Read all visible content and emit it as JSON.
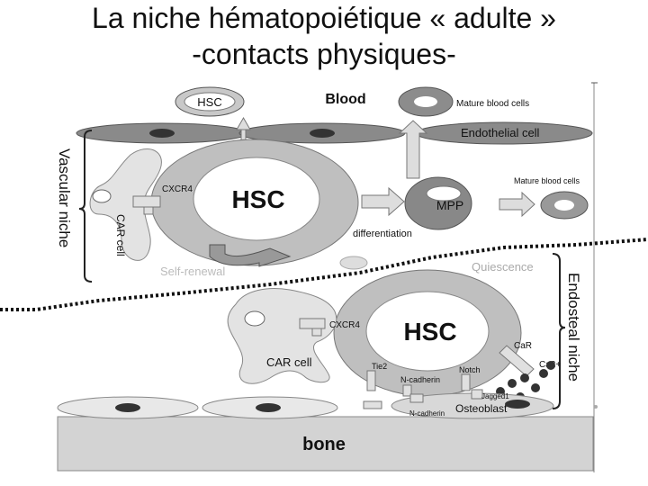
{
  "slide": {
    "title_line1": "La niche hématopoiétique « adulte »",
    "title_line2": "-contacts physiques-"
  },
  "diagram": {
    "blood": "Blood",
    "hsc_small": "HSC",
    "mature_top": "Mature blood cells",
    "endothelial": "Endothelial cell",
    "vascular_niche": "Vascular niche",
    "car_cell_top": "CAR cell",
    "cxcr4_top": "CXCR4",
    "hsc_top": "HSC",
    "mpp": "MPP",
    "mature_right": "Mature blood cells",
    "differentiation": "differentiation",
    "self_renewal": "Self-renewal",
    "quiescence": "Quiescence",
    "endosteal_niche": "Endosteal niche",
    "cxcr4_bottom": "CXCR4",
    "hsc_bottom": "HSC",
    "car_cell_bottom": "CAR cell",
    "car": "CaR",
    "ca2": "Ca2+",
    "tie2": "Tie2",
    "ncadherin1": "N-cadherin",
    "notch": "Notch",
    "jagged1": "Jagged1",
    "osteoblast": "Osteoblast",
    "ncadherin2": "N-cadherin",
    "bone": "bone"
  }
}
